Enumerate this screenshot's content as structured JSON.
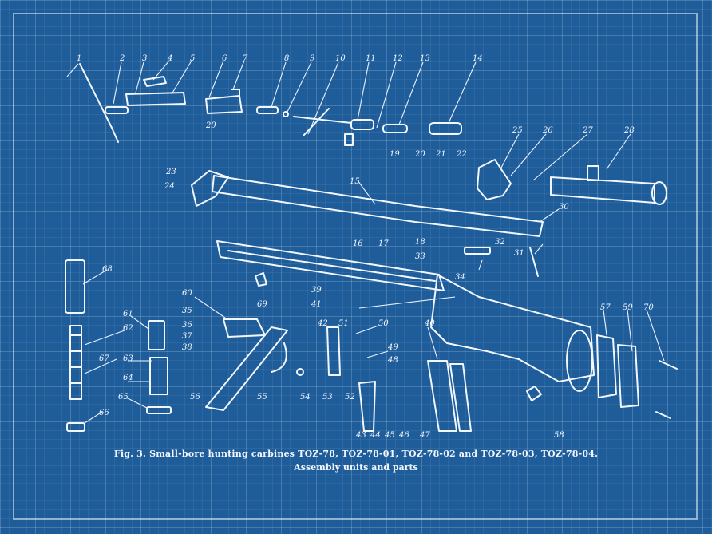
{
  "caption": {
    "line1": "Fig. 3. Small-bore hunting carbines TOZ-78, TOZ-78-01, TOZ-78-02 and TOZ-78-03, TOZ-78-04.",
    "line2": "Assembly units and parts"
  },
  "part_numbers": [
    "1",
    "2",
    "3",
    "4",
    "5",
    "6",
    "7",
    "8",
    "9",
    "10",
    "11",
    "12",
    "13",
    "14",
    "15",
    "16",
    "17",
    "18",
    "19",
    "20",
    "21",
    "22",
    "23",
    "24",
    "25",
    "26",
    "27",
    "28",
    "29",
    "30",
    "31",
    "32",
    "33",
    "34",
    "35",
    "36",
    "37",
    "38",
    "39",
    "40",
    "41",
    "42",
    "43",
    "44",
    "45",
    "46",
    "47",
    "48",
    "49",
    "50",
    "51",
    "52",
    "53",
    "54",
    "55",
    "56",
    "57",
    "58",
    "59",
    "60",
    "61",
    "62",
    "63",
    "64",
    "65",
    "66",
    "67",
    "68",
    "69",
    "70"
  ],
  "colors": {
    "background": "#1f5d9a",
    "line": "#f2f7ff"
  }
}
